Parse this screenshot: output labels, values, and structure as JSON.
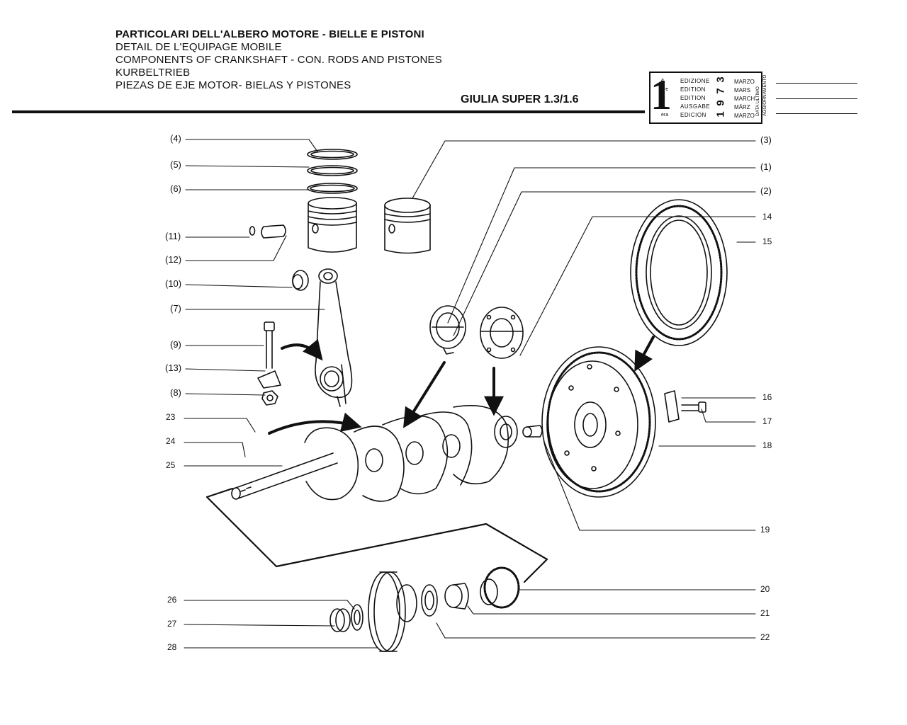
{
  "header": {
    "lines": [
      "PARTICOLARI DELL'ALBERO MOTORE - BIELLE E PISTONI",
      "DETAIL DE L'EQUIPAGE MOBILE",
      "COMPONENTS OF CRANKSHAFT - CON. RODS AND PISTONES",
      "KURBELTRIEB",
      "PIEZAS DE EJE MOTOR- BIELAS Y PISTONES"
    ],
    "model": "GIULIA SUPER 1.3/1.6"
  },
  "edition_box": {
    "number": "1",
    "suffixes": [
      "a",
      "ère",
      "st",
      ".",
      "era"
    ],
    "edition_words": [
      "EDIZIONE",
      "EDITION",
      "EDITION",
      "AUSGABE",
      "EDICION"
    ],
    "year_digits": [
      "3",
      "7",
      "9",
      "1"
    ],
    "months": [
      "MARZO",
      "MARS",
      "MARCH",
      "MÄRZ",
      "MARZO"
    ],
    "side_label_1": "DATA ULTIMO",
    "side_label_2": "AGGIORNAMENTO"
  },
  "callouts": {
    "c4": "(4)",
    "c5": "(5)",
    "c6": "(6)",
    "c11": "(11)",
    "c12": "(12)",
    "c10": "(10)",
    "c7": "(7)",
    "c9": "(9)",
    "c13": "(13)",
    "c8": "(8)",
    "c23": "23",
    "c24": "24",
    "c25": "25",
    "c26": "26",
    "c27": "27",
    "c28": "28",
    "c3": "(3)",
    "c1": "(1)",
    "c2": "(2)",
    "c14": "14",
    "c15": "15",
    "c16": "16",
    "c17": "17",
    "c18": "18",
    "c19": "19",
    "c20": "20",
    "c21": "21",
    "c22": "22"
  }
}
